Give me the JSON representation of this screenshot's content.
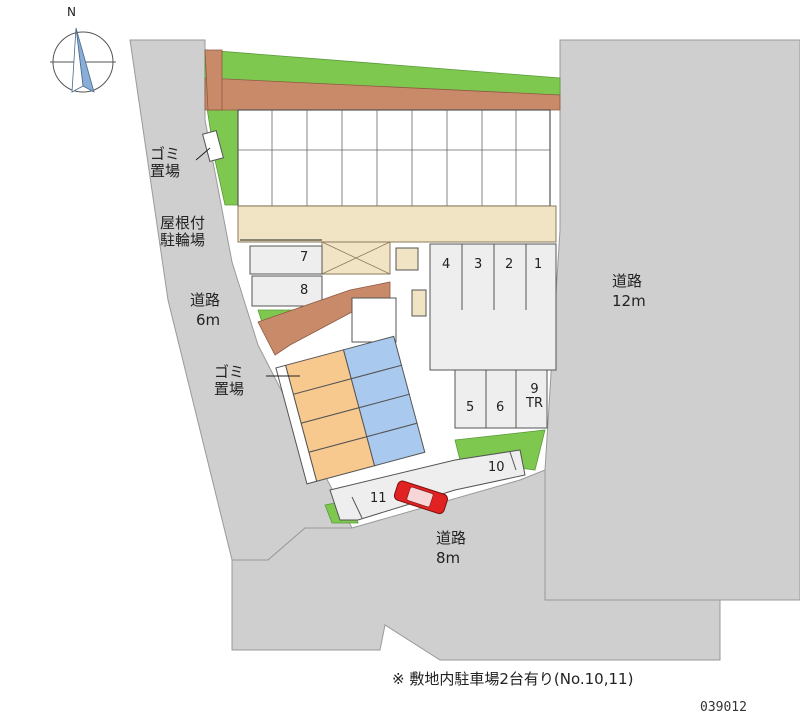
{
  "compass": {
    "north_label": "N"
  },
  "roads": {
    "west": {
      "name": "道路",
      "width": "6m"
    },
    "east": {
      "name": "道路",
      "width": "12m"
    },
    "south": {
      "name": "道路",
      "width": "8m"
    }
  },
  "areas": {
    "garbage_north": "ゴミ\n置場",
    "garbage_south": "ゴミ\n置場",
    "bicycle_parking": "屋根付\n駐輪場"
  },
  "parking_slots": [
    "1",
    "2",
    "3",
    "4",
    "5",
    "6",
    "9\nTR",
    "7",
    "8",
    "10",
    "11"
  ],
  "note": "※ 敷地内駐車場2台有り(No.10,11)",
  "property_code": "039012",
  "colors": {
    "road": "#cfcfcf",
    "lawn": "#7ec850",
    "building": "#f0e4c4",
    "hedge": "#c98a6a",
    "unit_orange": "#f7c98f",
    "unit_blue": "#a9c9ee",
    "paved": "#e6e6e6",
    "car": "#e02222"
  }
}
